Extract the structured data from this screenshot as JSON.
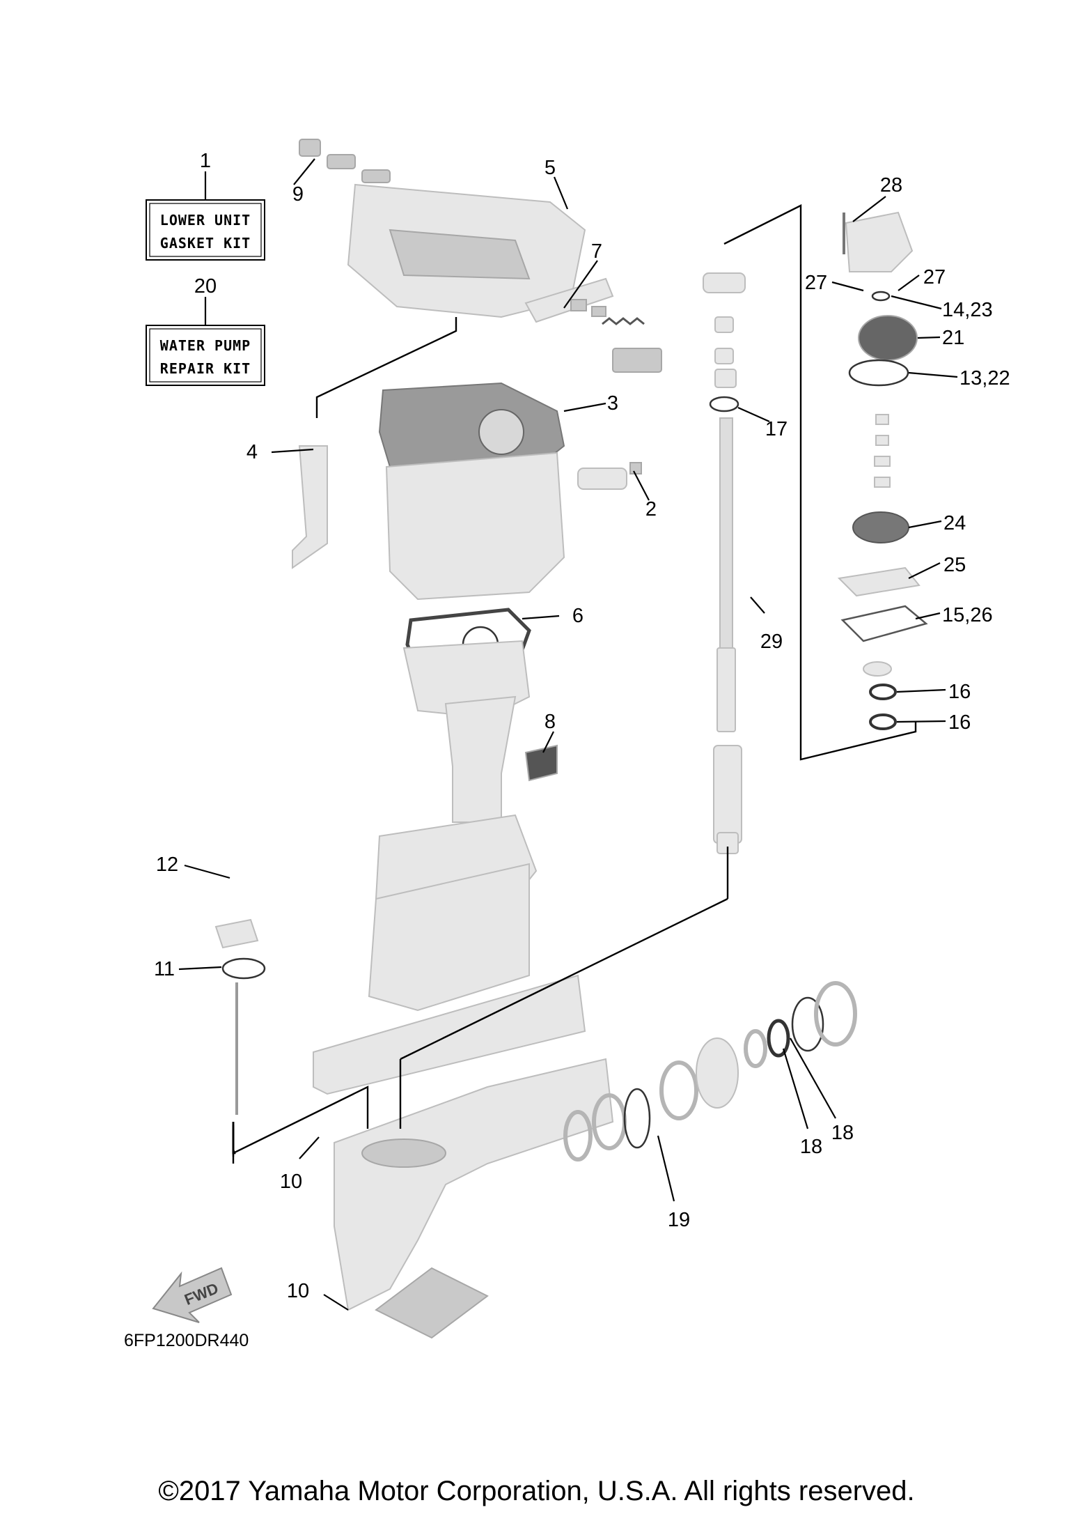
{
  "kits": [
    {
      "callout": "1",
      "lines": [
        "LOWER UNIT",
        "GASKET KIT"
      ]
    },
    {
      "callout": "20",
      "lines": [
        "WATER PUMP",
        "REPAIR KIT"
      ]
    }
  ],
  "callouts": [
    "9",
    "5",
    "7",
    "3",
    "4",
    "2",
    "6",
    "8",
    "12",
    "11",
    "10",
    "10",
    "19",
    "18",
    "18",
    "17",
    "29",
    "28",
    "27",
    "27",
    "14,23",
    "21",
    "13,22",
    "24",
    "25",
    "15,26",
    "16",
    "16"
  ],
  "fwd_label": "FWD",
  "diagram_code": "6FP1200DR440",
  "copyright": "©2017 Yamaha Motor Corporation, U.S.A. All rights reserved."
}
